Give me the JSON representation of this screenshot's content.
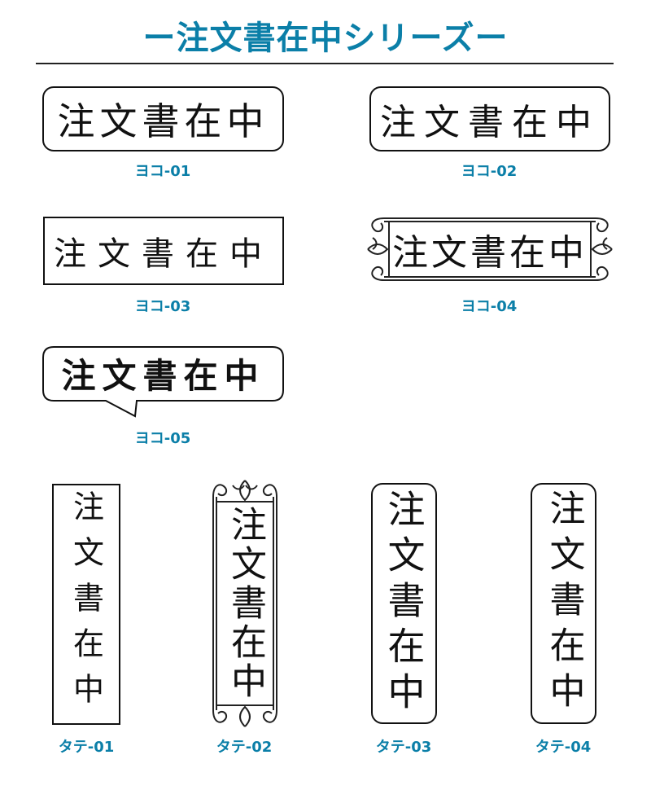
{
  "page": {
    "title": "ー注文書在中シリーズー"
  },
  "stamp_text": "注文書在中",
  "stamps": [
    {
      "id": "yoko-01",
      "label": "ヨコ-01"
    },
    {
      "id": "yoko-02",
      "label": "ヨコ-02"
    },
    {
      "id": "yoko-03",
      "label": "ヨコ-03"
    },
    {
      "id": "yoko-04",
      "label": "ヨコ-04"
    },
    {
      "id": "yoko-05",
      "label": "ヨコ-05"
    },
    {
      "id": "tate-01",
      "label": "タテ-01"
    },
    {
      "id": "tate-02",
      "label": "タテ-02"
    },
    {
      "id": "tate-03",
      "label": "タテ-03"
    },
    {
      "id": "tate-04",
      "label": "タテ-04"
    }
  ],
  "colors": {
    "accent": "#0b7fa8",
    "ink": "#111111",
    "rule": "#222222"
  }
}
